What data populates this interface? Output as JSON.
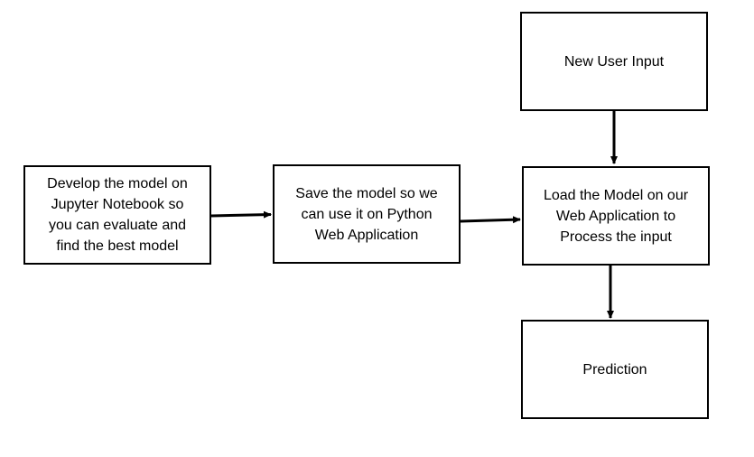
{
  "diagram": {
    "nodes": {
      "develop": {
        "lines": [
          "Develop the model on",
          "Jupyter Notebook so",
          "you can evaluate and",
          "find the best model"
        ]
      },
      "save": {
        "lines": [
          "Save the model so we",
          "can use it on Python",
          "Web Application"
        ]
      },
      "load": {
        "lines": [
          "Load the Model on our",
          "Web Application to",
          "Process the input"
        ]
      },
      "input": {
        "lines": [
          "New User Input"
        ]
      },
      "predict": {
        "lines": [
          "Prediction"
        ]
      }
    },
    "edges": [
      {
        "from": "develop",
        "to": "save"
      },
      {
        "from": "save",
        "to": "load"
      },
      {
        "from": "input",
        "to": "load"
      },
      {
        "from": "load",
        "to": "predict"
      }
    ],
    "colors": {
      "stroke": "#000000",
      "fill": "#ffffff",
      "text": "#000000"
    }
  }
}
